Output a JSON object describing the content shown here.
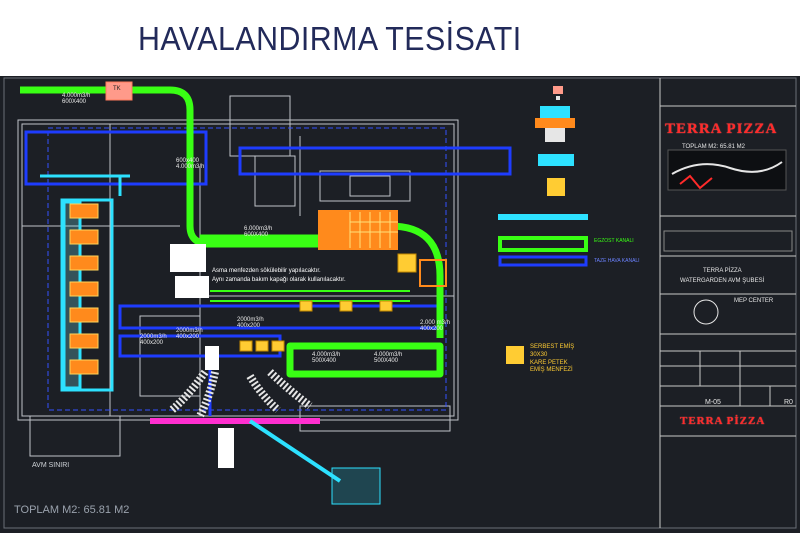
{
  "title": "HAVALANDIRMA TESİSATI",
  "drawing": {
    "total_area": "TOPLAM M2: 65.81 M2",
    "mall_boundary": "AVM SINIRI",
    "logo_text": "TERRA PIZZA",
    "duct_labels": {
      "supply_top": "4.000m3/h\n600X400",
      "tk": "TK",
      "supply_mid": "600x400\n4.000m3/h",
      "mid_box": "6.000m3/h\n600X400",
      "lower_left": "2000m3/h\n400x200",
      "center_lower": "2000m3/h\n400x200",
      "left_small": "2000m3/h\n400x200",
      "right_small": "2.000 m3/h\n400x200",
      "bottom_green_1": "4.000m3/h\n500X400",
      "bottom_green_2": "4.000m3/h\n500X400"
    },
    "notes": {
      "ceiling_note_1": "Asma menfezden sökülebilir yapılacaktır.",
      "ceiling_note_2": "Aynı zamanda bakım kapağı olarak kullanılacaktır."
    },
    "legend": {
      "free_suction": [
        "SERBEST EMİŞ",
        "30X30",
        "KARE PETEK",
        "EMİŞ MENFEZİ"
      ],
      "exhaust_duct": "EGZOST KANALI",
      "fresh_air_duct": "TAZE HAVA KANALI"
    },
    "title_block": {
      "area": "TOPLAM M2: 65.81 M2",
      "project": "TERRA PİZZA",
      "project_sub": "WATERGARDEN AVM ŞUBESİ",
      "company": "MEP CENTER",
      "sheet_no": "M-05",
      "revision": "R0",
      "logo": "TERRA PİZZA"
    },
    "colors": {
      "background": "#1c1f25",
      "exhaust_duct": "#39ff14",
      "fresh_air_duct": "#1e3cff",
      "supply_cyan": "#2de1ff",
      "equipment_orange": "#ff8a1c",
      "white_line": "#e6e6e6",
      "logo_red": "#ff2a2a",
      "magenta": "#ff2fd0"
    }
  }
}
